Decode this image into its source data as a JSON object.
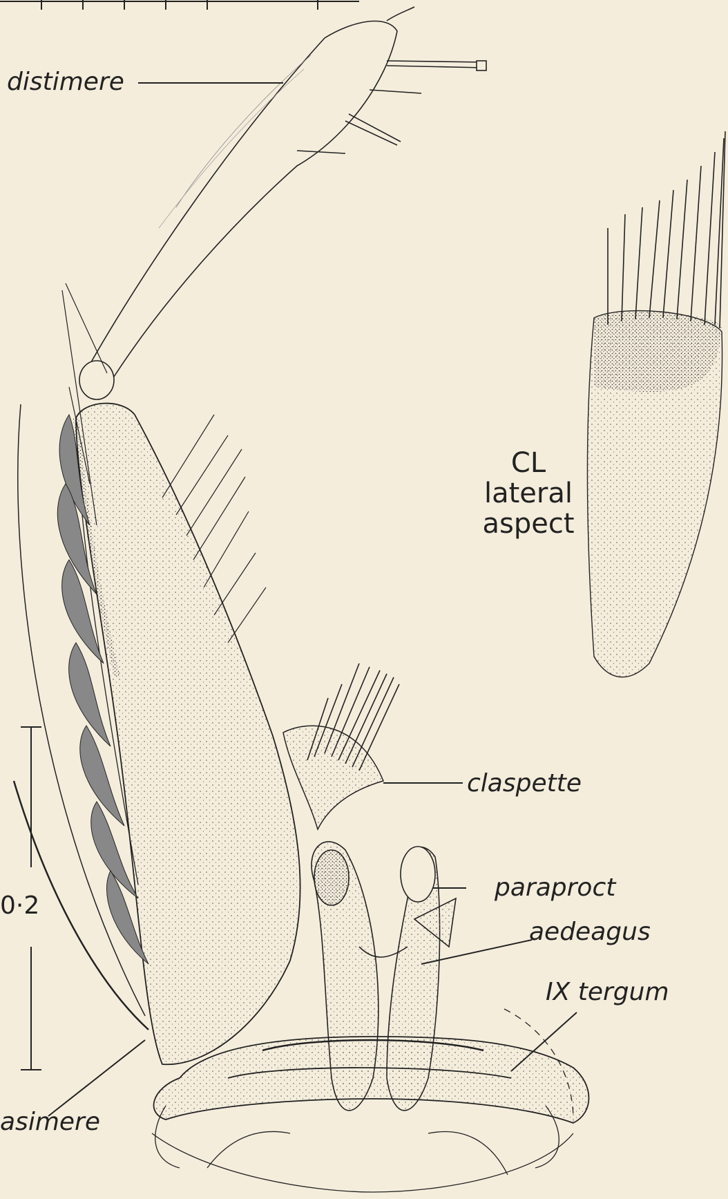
{
  "labels": {
    "distimere": "distimere",
    "claspette": "claspette",
    "paraproct": "paraproct",
    "aedeagus": "aedeagus",
    "ix_tergum": "IX tergum",
    "basimere": "asimere"
  },
  "inset": {
    "line1": "CL",
    "line2": "lateral",
    "line3": "aspect"
  },
  "scale_bar": {
    "value": "0·2"
  },
  "colors": {
    "paper": "#f4eddc",
    "ink": "#222222"
  }
}
